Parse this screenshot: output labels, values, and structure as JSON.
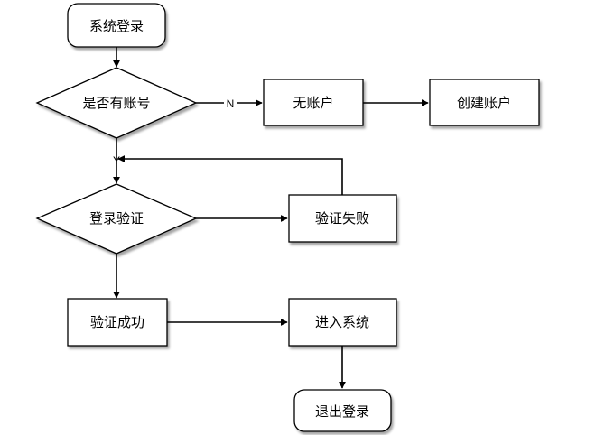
{
  "nodes": {
    "login": "系统登录",
    "has_account": "是否有账号",
    "no_account": "无账户",
    "create_account": "创建账户",
    "verify": "登录验证",
    "verify_failed": "验证失败",
    "verify_success": "验证成功",
    "enter_system": "进入系统",
    "logout": "退出登录"
  },
  "edge_labels": {
    "no": "N",
    "yes": "Y"
  }
}
